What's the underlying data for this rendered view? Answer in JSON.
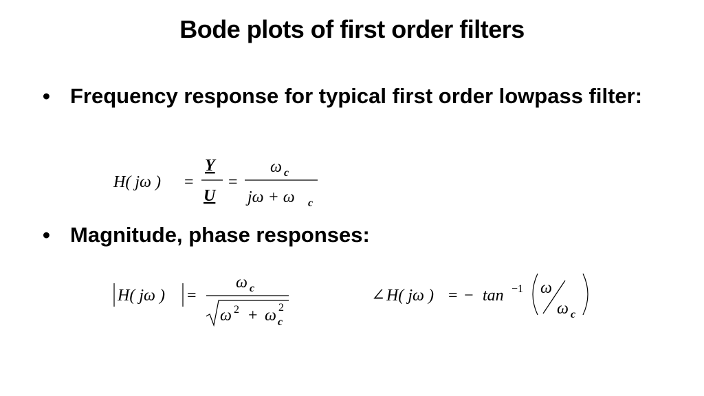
{
  "slide": {
    "title": "Bode plots of first order filters",
    "bullets": [
      {
        "marker": "•",
        "text": "Frequency response for typical first order lowpass filter:"
      },
      {
        "marker": "•",
        "text": "Magnitude, phase responses:"
      }
    ]
  },
  "equations": {
    "transfer": {
      "lhs": "H( jω )",
      "eq1": "=",
      "num1": "Y",
      "den1": "U",
      "eq2": "=",
      "num2": "ω",
      "num2_sub": "c",
      "den2": "jω + ω",
      "den2_sub": "c"
    },
    "magnitude": {
      "lhs": "H( jω )",
      "eq": "=",
      "num": "ω",
      "num_sub": "c",
      "den_a": "ω",
      "den_a_exp": "2",
      "den_plus": "+",
      "den_b": "ω",
      "den_b_exp": "2",
      "den_b_sub": "c"
    },
    "phase": {
      "angle": "∠",
      "lhs": "H( jω )",
      "eq": "=",
      "minus": "−",
      "fn": "tan",
      "exp": "−1",
      "num": "ω",
      "den": "ω",
      "den_sub": "c"
    }
  }
}
